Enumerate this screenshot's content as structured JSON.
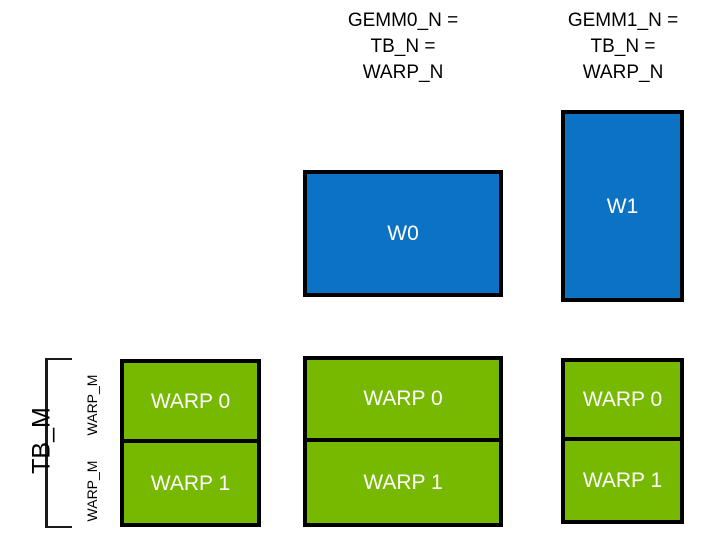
{
  "diagram": {
    "title_hidden": "",
    "colors": {
      "blue_fill": "#0C72C4",
      "green_fill": "#76B900",
      "outline": "#000000",
      "text_on_fill": "#FFFFFF",
      "background": "#FFFFFF"
    },
    "column_headers": [
      {
        "id": "gemm0",
        "text": "GEMM0_N =\nTB_N =\nWARP_N",
        "lines": [
          "GEMM0_N =",
          "TB_N =",
          "WARP_N"
        ]
      },
      {
        "id": "gemm1",
        "text": "GEMM1_N =\nTB_N =\nWARP_N",
        "lines": [
          "GEMM1_N =",
          "TB_N =",
          "WARP_N"
        ]
      }
    ],
    "warp_tiles": [
      {
        "id": "w0",
        "label": "W0",
        "color": "#0C72C4"
      },
      {
        "id": "w1",
        "label": "W1",
        "color": "#0A72C2"
      }
    ],
    "warp_stacks": [
      {
        "id": "left",
        "cells": [
          {
            "label": "WARP 0"
          },
          {
            "label": "WARP 1"
          }
        ]
      },
      {
        "id": "middle",
        "cells": [
          {
            "label": "WARP 0"
          },
          {
            "label": "WARP 1"
          }
        ]
      },
      {
        "id": "right",
        "cells": [
          {
            "label": "WARP 0"
          },
          {
            "label": "WARP 1"
          }
        ]
      }
    ],
    "axis_labels": {
      "tb_m": "TB_M",
      "warp_m_top": "WARP_M",
      "warp_m_bottom": "WARP_M"
    }
  }
}
